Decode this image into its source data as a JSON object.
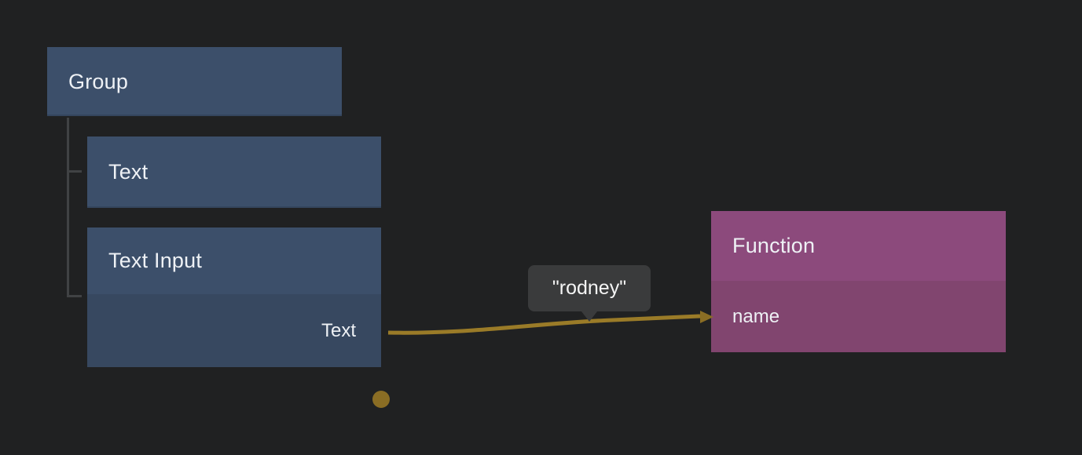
{
  "canvas": {
    "description": "node graph editor canvas"
  },
  "nodes": {
    "group": {
      "title": "Group"
    },
    "text": {
      "title": "Text"
    },
    "text_input": {
      "title": "Text Input",
      "output_port": "Text"
    },
    "function": {
      "title": "Function",
      "input_port": "name"
    }
  },
  "connection": {
    "from": "Text Input / Text",
    "to": "Function / name",
    "value_label": "\"rodney\""
  },
  "colors": {
    "background": "#202122",
    "node_blue_header": "#3c4f6a",
    "node_blue_body": "#374860",
    "node_purple_header": "#8c4a7c",
    "node_purple_body": "#81456f",
    "wire": "#9a7b28",
    "port": "#8a6d24",
    "tooltip_bg": "#3a3b3c",
    "tree_line": "#404244"
  }
}
